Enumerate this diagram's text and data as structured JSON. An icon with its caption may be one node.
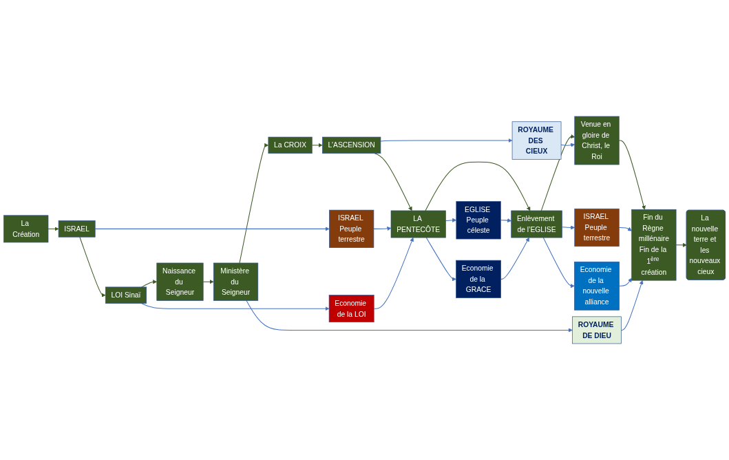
{
  "diagram": {
    "nodes": [
      {
        "text": [
          "ISRAEL Peuple terrestre"
        ]
      },
      {
        "text": [
          "EGLISE Peuple céleste"
        ]
      },
      {
        "text": [
          "ISRAEL Peuple terrestre"
        ]
      },
      {
        "text": [
          "Economie de la LOI"
        ]
      },
      {
        "text": [
          "Economie de la GRACE"
        ]
      },
      {
        "text": [
          "Economie de la nouvelle alliance"
        ]
      },
      {
        "text": [
          "La Création"
        ]
      },
      {
        "text": [
          "ISRAEL"
        ]
      },
      {
        "text": [
          "LOI Sinaï"
        ]
      },
      {
        "text": [
          "Naissance du Seigneur"
        ]
      },
      {
        "text": [
          "Ministère du Seigneur"
        ]
      },
      {
        "text": [
          "La CROIX"
        ]
      },
      {
        "text": [
          "L’ASCENSION"
        ]
      },
      {
        "text": [
          "LA PENTECÔTE"
        ]
      },
      {
        "text": [
          "Enlèvement de l’EGLISE"
        ]
      },
      {
        "text": [
          "Venue en gloire de Christ, le Roi"
        ]
      },
      {
        "text": [
          "Fin du Règne millénaire",
          "Fin de la 1$^{ère}$ création"
        ]
      },
      {
        "text": [
          "La nouvelle terre et les nouveaux cieux"
        ]
      },
      {
        "text": [
          "ROYAUME DES CIEUX"
        ]
      },
      {
        "text": [
          "ROYAUME DE DIEU"
        ]
      }
    ],
    "edges": [
      {
        "from": 6,
        "to": 7,
        "arrow": "to",
        "color": "#3b5a24"
      },
      {
        "from": 7,
        "to": 8,
        "arrow": "to",
        "color": "#3b5a24"
      },
      {
        "from": 8,
        "to": 9,
        "arrow": "to",
        "color": "#3b5a24"
      },
      {
        "from": 9,
        "to": 10,
        "arrow": "to",
        "color": "#3b5a24"
      },
      {
        "from": 10,
        "to": 11,
        "arrow": "to",
        "color": "#3b5a24"
      },
      {
        "from": 11,
        "to": 12,
        "arrow": "to",
        "color": "#3b5a24"
      },
      {
        "from": 12,
        "to": 13,
        "arrow": "to",
        "color": "#3b5a24"
      },
      {
        "from": 13,
        "to": 14,
        "arrow": "to",
        "color": "#3b5a24"
      },
      {
        "from": 14,
        "to": 15,
        "arrow": "to",
        "color": "#3b5a24"
      },
      {
        "from": 15,
        "to": 16,
        "arrow": "to",
        "color": "#3b5a24"
      },
      {
        "from": 16,
        "to": 17,
        "arrow": "to",
        "color": "#3b5a24"
      },
      {
        "from": 7,
        "to": 0,
        "arrow": "to"
      },
      {
        "from": 0,
        "to": 13,
        "arrow": "to"
      },
      {
        "from": 8,
        "to": 3,
        "arrow": "to"
      },
      {
        "from": 3,
        "to": 13,
        "arrow": "to"
      },
      {
        "from": 13,
        "to": 1,
        "arrow": "to"
      },
      {
        "from": 1,
        "to": 14,
        "arrow": "to"
      },
      {
        "from": 13,
        "to": 4,
        "arrow": "to"
      },
      {
        "from": 4,
        "to": 14,
        "arrow": "to"
      },
      {
        "from": 14,
        "to": 2,
        "arrow": "to"
      },
      {
        "from": 2,
        "to": 16,
        "arrow": "to"
      },
      {
        "from": 14,
        "to": 5,
        "arrow": "to"
      },
      {
        "from": 5,
        "to": 16,
        "arrow": "to"
      },
      {
        "from": 12,
        "to": 18,
        "arrow": "to"
      },
      {
        "from": 18,
        "to": 15,
        "arrow": "to"
      },
      {
        "from": 10,
        "to": 19,
        "arrow": "to"
      },
      {
        "from": 19,
        "to": 16,
        "arrow": "to"
      }
    ]
  }
}
